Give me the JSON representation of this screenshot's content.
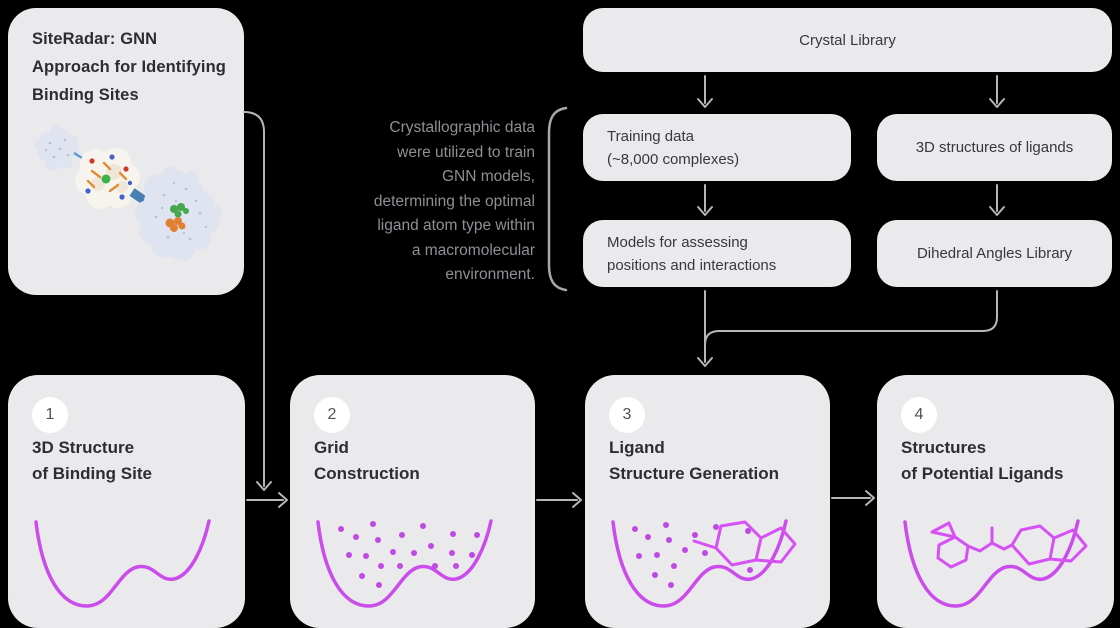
{
  "colors": {
    "background": "#000000",
    "card_bg": "#eae9ec",
    "title_text": "#2d2d32",
    "box_text": "#38383d",
    "muted_text": "#8f8f95",
    "connector": "#b6b6b9",
    "bracket": "#a8a8ac",
    "curve": "#ca4ceb",
    "grid_dot": "#bf49e3",
    "molecule": "#d650f4",
    "badge_bg": "#ffffff",
    "badge_text": "#515158"
  },
  "intro_card": {
    "title": "SiteRadar: GNN Approach for Identifying Binding Sites",
    "title_lines": [
      "SiteRadar: GNN",
      "Approach for Identifying",
      "Binding Sites"
    ],
    "illustration": "protein-binding-site-zoom"
  },
  "description": {
    "full_text": "Crystallographic data were utilized to train GNN models, determining the optimal ligand atom type within a macromolecular environment.",
    "lines": [
      "Crystallographic data",
      "were utilized to train",
      "GNN models,",
      "determining the optimal",
      "ligand atom type within",
      "a macromolecular",
      "environment."
    ]
  },
  "pipeline": {
    "crystal_library": {
      "label": "Crystal Library"
    },
    "training_data": {
      "line1": "Training data",
      "line2": "(~8,000 complexes)"
    },
    "models": {
      "line1": "Models for assessing",
      "line2": "positions and interactions"
    },
    "ligand_structures": {
      "label": "3D structures of ligands"
    },
    "dihedral_library": {
      "label": "Dihedral Angles Library"
    }
  },
  "steps": [
    {
      "number": "1",
      "line1": "3D Structure",
      "line2": "of Binding Site",
      "illustration": "energy-curve"
    },
    {
      "number": "2",
      "line1": "Grid",
      "line2": "Construction",
      "illustration": "energy-curve-with-grid-dots"
    },
    {
      "number": "3",
      "line1": "Ligand",
      "line2": "Structure Generation",
      "illustration": "energy-curve-dots-and-ligand"
    },
    {
      "number": "4",
      "line1": "Structures",
      "line2": "of Potential Ligands",
      "illustration": "energy-curve-with-ligand-structure"
    }
  ]
}
